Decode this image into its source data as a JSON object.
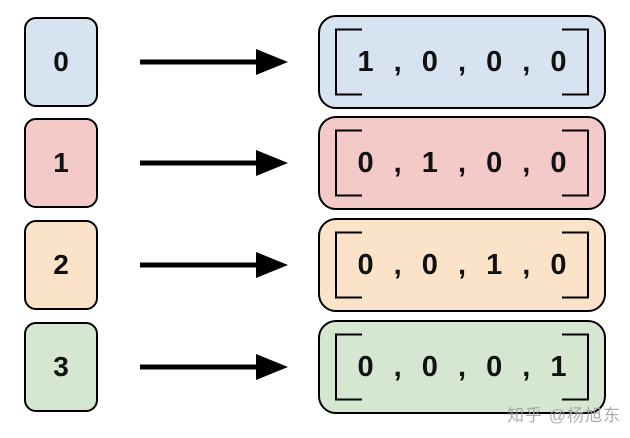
{
  "diagram": {
    "description": "one-hot encoding mapping",
    "stroke_color": "#000000",
    "background_color": "#ffffff",
    "rows": [
      {
        "label": "0",
        "vector": "1 , 0 , 0 , 0",
        "fill": "#d7e3f0"
      },
      {
        "label": "1",
        "vector": "0 , 1 , 0 , 0",
        "fill": "#f4cac8"
      },
      {
        "label": "2",
        "vector": "0 , 0 , 1 , 0",
        "fill": "#fae3c8"
      },
      {
        "label": "3",
        "vector": "0 , 0 , 0 , 1",
        "fill": "#d6e7d1"
      }
    ]
  },
  "watermark": {
    "text": "知乎 @杨旭东",
    "color": "#9e9e9e"
  }
}
